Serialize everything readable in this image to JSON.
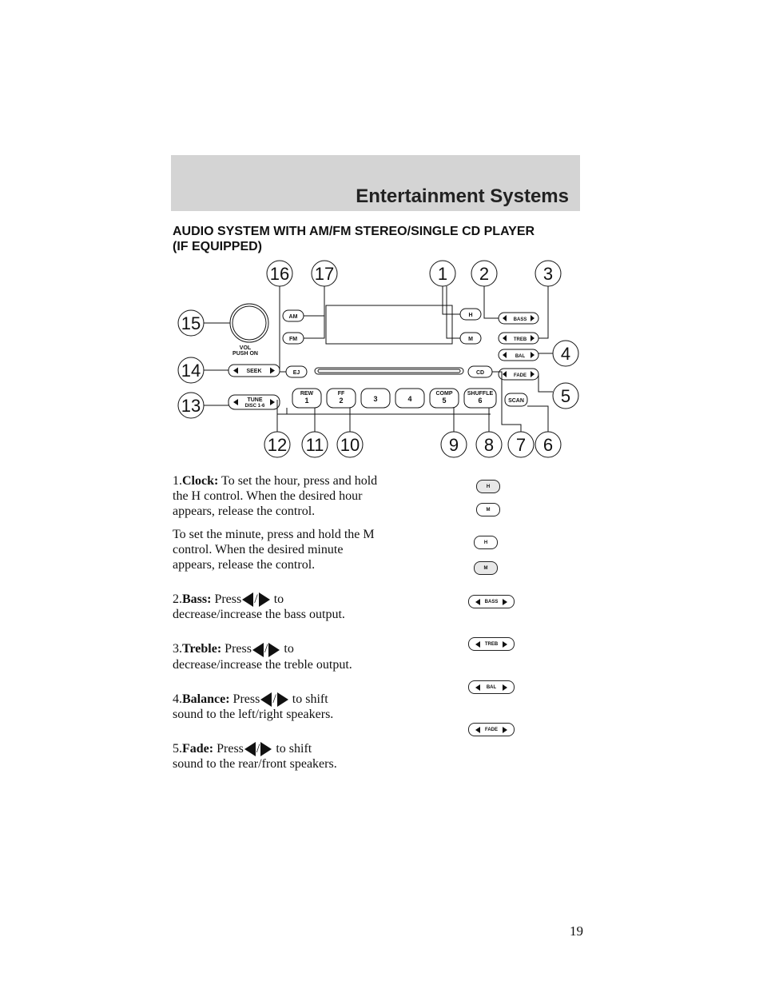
{
  "header": {
    "title": "Entertainment Systems"
  },
  "section": {
    "title_line1": "AUDIO SYSTEM WITH AM/FM STEREO/SINGLE CD PLAYER",
    "title_line2": "(IF EQUIPPED)"
  },
  "diagram": {
    "callouts": [
      "1",
      "2",
      "3",
      "4",
      "5",
      "6",
      "7",
      "8",
      "9",
      "10",
      "11",
      "12",
      "13",
      "14",
      "15",
      "16",
      "17"
    ],
    "buttons": {
      "am": "AM",
      "fm": "FM",
      "h": "H",
      "m": "M",
      "ej": "EJ",
      "cd": "CD",
      "scan": "SCAN",
      "seek": "SEEK",
      "tune": "TUNE",
      "disc": "DISC 1-6",
      "vol": "VOL",
      "push_on": "PUSH ON",
      "bass": "BASS",
      "treb": "TREB",
      "bal": "BAL",
      "fade": "FADE",
      "rew": "REW",
      "ff": "FF",
      "comp": "COMP",
      "shuffle": "SHUFFLE",
      "p1": "1",
      "p2": "2",
      "p3": "3",
      "p4": "4",
      "p5": "5",
      "p6": "6"
    }
  },
  "items": {
    "clock_num": "1.",
    "clock_name": "Clock:",
    "clock_text": "To set the hour, press and hold the H control. When the desired hour appears, release the control.",
    "minute_text": "To set the minute, press and hold the M control. When the desired minute appears, release the control.",
    "bass_num": "2.",
    "bass_name": "Bass:",
    "bass_press": "Press",
    "bass_slash": "/",
    "bass_tail": "to",
    "bass_line2": "decrease/increase the bass output.",
    "treble_num": "3.",
    "treble_name": "Treble:",
    "treble_press": "Press",
    "treble_slash": "/",
    "treble_tail": "to",
    "treble_line2": "decrease/increase the treble output.",
    "balance_num": "4.",
    "balance_name": "Balance:",
    "balance_press": "Press",
    "balance_slash": "/",
    "balance_tail": "to shift",
    "balance_line2": "sound to the left/right speakers.",
    "fade_num": "5.",
    "fade_name": "Fade:",
    "fade_press": "Press",
    "fade_slash": "/",
    "fade_tail": "to shift",
    "fade_line2": "sound to the rear/front speakers."
  },
  "side_icons": {
    "h": "H",
    "m": "M",
    "bass": "BASS",
    "treb": "TREB",
    "bal": "BAL",
    "fade": "FADE"
  },
  "page_number": "19"
}
